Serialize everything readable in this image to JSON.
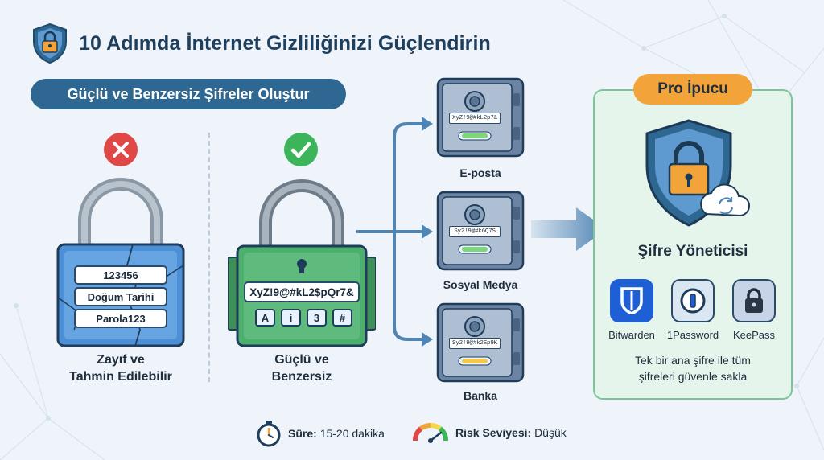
{
  "header": {
    "title": "10 Adımda İnternet Gizliliğinizi Güçlendirin",
    "icon": "shield-lock-icon"
  },
  "section": {
    "subtitle": "Güçlü ve Benzersiz Şifreler Oluştur"
  },
  "weak": {
    "status_icon": "red-x-icon",
    "passwords": [
      "123456",
      "Doğum Tarihi",
      "Parola123"
    ],
    "label_line1": "Zayıf ve",
    "label_line2": "Tahmin Edilebilir"
  },
  "strong": {
    "status_icon": "green-check-icon",
    "password": "XyZ!9@#kL2$pQr7&",
    "chars": [
      "A",
      "i",
      "3",
      "#"
    ],
    "label_line1": "Güçlü ve",
    "label_line2": "Benzersiz"
  },
  "safes": [
    {
      "label": "E-posta",
      "password": "XyZ!9@#kL2p7&",
      "indicator_color": "#7ed67a"
    },
    {
      "label": "Sosyal Medya",
      "password": "Sy2!9@#k6Q7S",
      "indicator_color": "#7ed67a"
    },
    {
      "label": "Banka",
      "password": "Sy2!9@#k2Ep9K",
      "indicator_color": "#f2c94c"
    }
  ],
  "pro_tip": {
    "pill": "Pro İpucu",
    "title": "Şifre Yöneticisi",
    "apps": [
      {
        "name": "Bitwarden",
        "icon": "bitwarden-shield-icon",
        "color": "#1f5fd6"
      },
      {
        "name": "1Password",
        "icon": "onepassword-keyhole-icon",
        "color": "#dbe6f3"
      },
      {
        "name": "KeePass",
        "icon": "keepass-lock-icon",
        "color": "#c7d3e6"
      }
    ],
    "desc_line1": "Tek bir ana şifre ile tüm",
    "desc_line2": "şifreleri güvenle sakla"
  },
  "footer": {
    "duration_label": "Süre:",
    "duration_value": "15-20 dakika",
    "risk_label": "Risk Seviyesi:",
    "risk_value": "Düşük"
  },
  "colors": {
    "primary": "#2e6791",
    "accent": "#f2a43a",
    "weak_lock": "#4d8fd6",
    "strong_lock": "#4caf6e",
    "danger": "#e04848",
    "success": "#3cb55a"
  }
}
